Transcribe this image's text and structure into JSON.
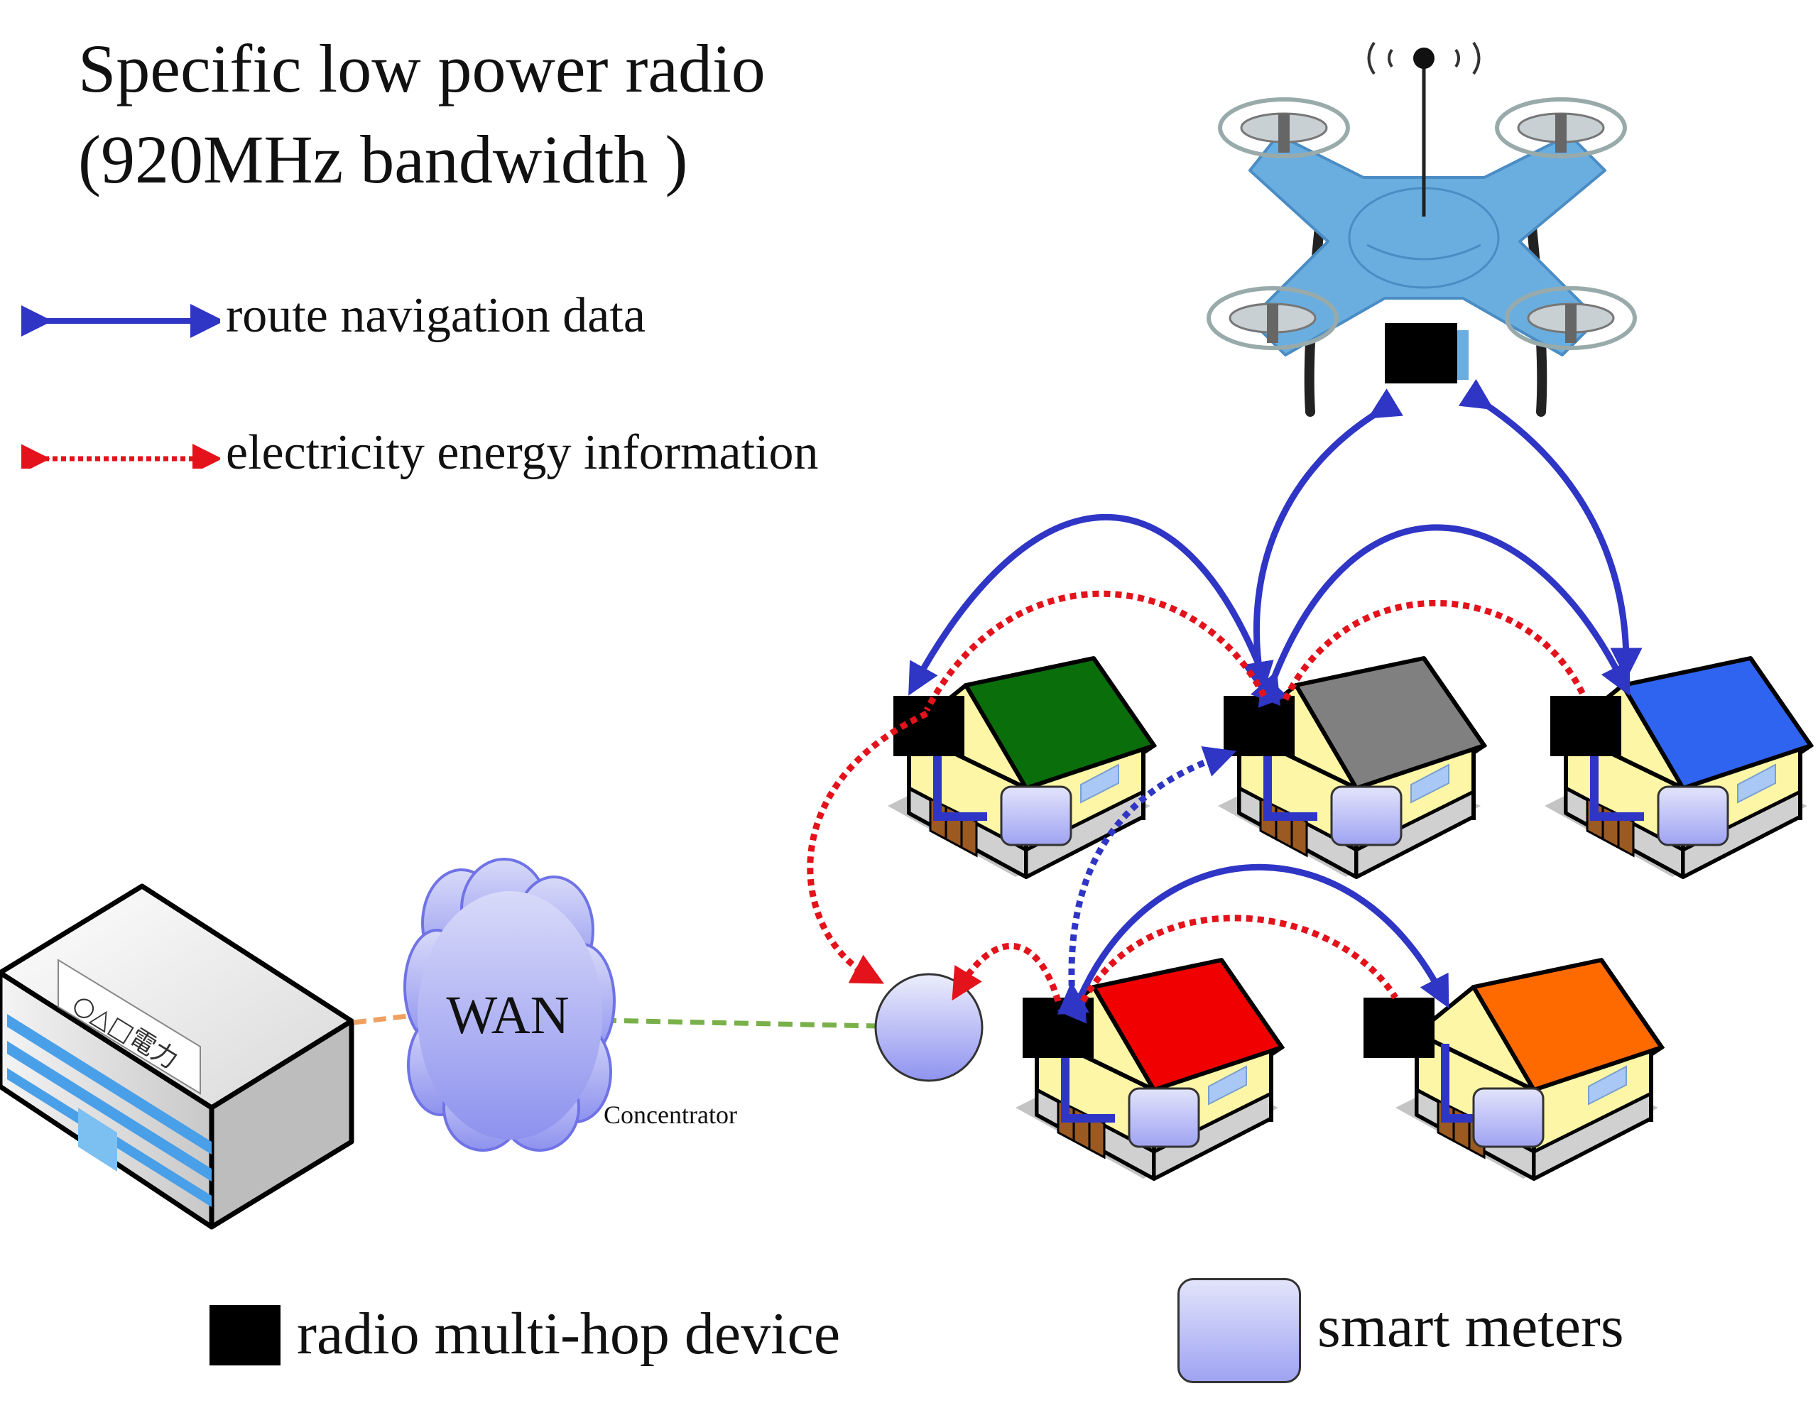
{
  "title": {
    "line1": "Specific low power radio",
    "line2": "(920MHz bandwidth )"
  },
  "legend": {
    "route": "route navigation data",
    "energy": "electricity energy information",
    "device": "radio multi-hop device",
    "meter": "smart meters"
  },
  "labels": {
    "wan": "WAN",
    "concentrator": "Concentrator",
    "building_sign": "○△□電力"
  },
  "colors": {
    "route_arrow": "#2f35c4",
    "energy_arrow": "#e3121b",
    "device": "#000000",
    "meter": "#b4b8f6",
    "house_green": "#0a6e0a",
    "house_gray": "#808080",
    "house_blue": "#2f64f0",
    "house_red": "#f00000",
    "house_orange": "#ff6a00",
    "house_wall": "#fdf6a6",
    "drone_body": "#6aaee0",
    "wan_cloud": "#a9acf5",
    "concentrator": "#b6b9f6",
    "link_orange": "#f0a060",
    "link_green": "#7ab04a"
  }
}
